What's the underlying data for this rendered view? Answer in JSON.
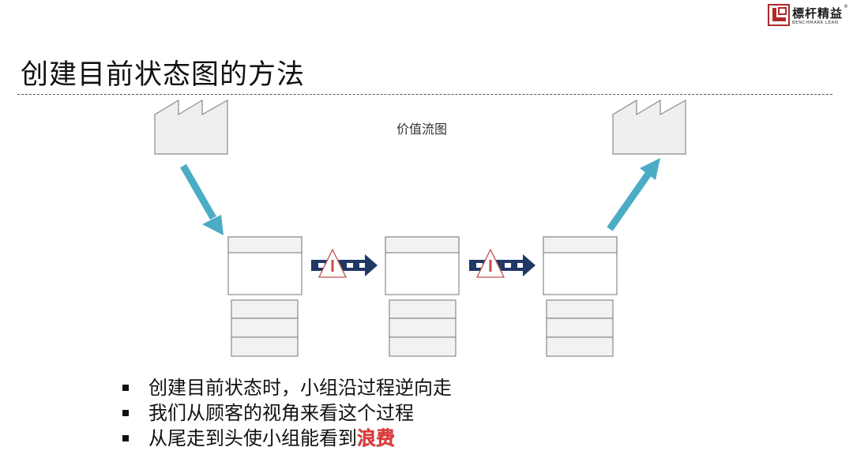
{
  "brand": {
    "name_cn": "標杆精益",
    "name_en": "BENCHMARK LEAN",
    "registered_mark": "®",
    "accent_color": "#b02a2a"
  },
  "slide": {
    "title": "创建目前状态图的方法"
  },
  "diagram": {
    "label": "价值流图",
    "supplier_icon": "factory-icon",
    "customer_icon": "factory-icon",
    "process_count": 3,
    "inventory_icon": "warning-triangle-icon",
    "push_arrow_icon": "push-arrow-icon",
    "arrow_color": "#4bacc6",
    "push_color": "#1f3864",
    "warning_color": "#c0504d"
  },
  "bullets": [
    {
      "text": "创建目前状态时，小组沿过程逆向走"
    },
    {
      "text": "我们从顾客的视角来看这个过程"
    },
    {
      "text": "从尾走到头使小组能看到",
      "highlight": "浪费"
    }
  ]
}
